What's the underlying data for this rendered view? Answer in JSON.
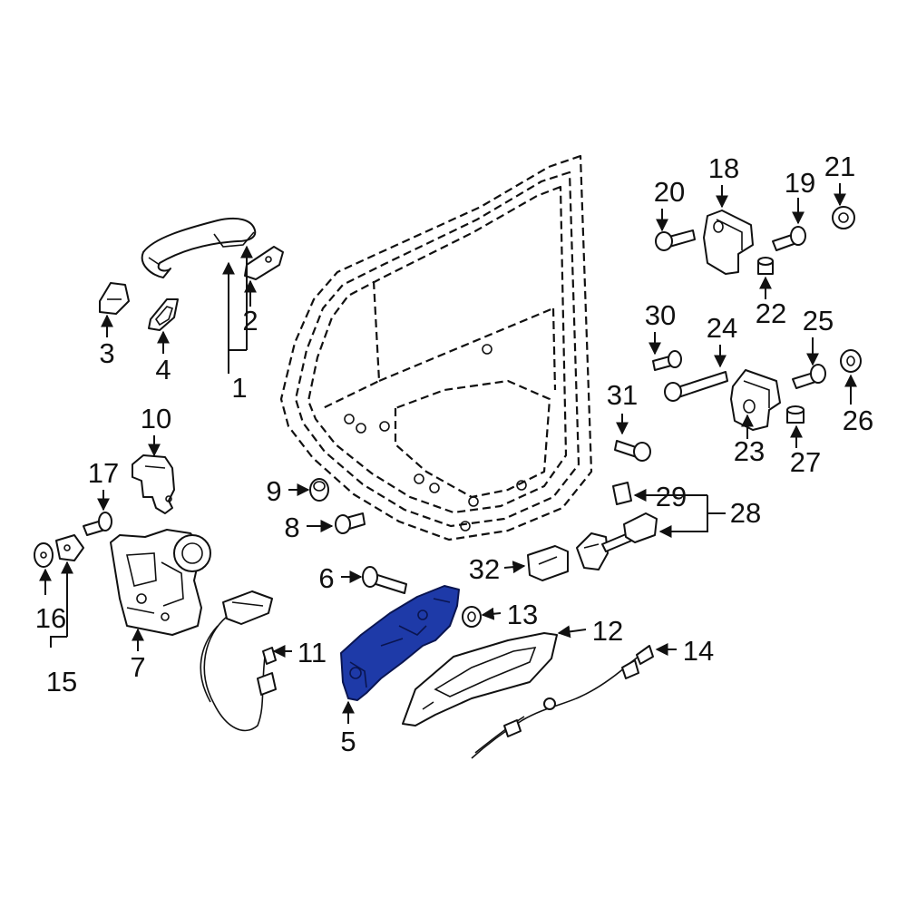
{
  "diagram": {
    "highlight_color": "#1e3aa8",
    "highlighted_part": "5",
    "callouts": {
      "c1": "1",
      "c2": "2",
      "c3": "3",
      "c4": "4",
      "c5": "5",
      "c6": "6",
      "c7": "7",
      "c8": "8",
      "c9": "9",
      "c10": "10",
      "c11": "11",
      "c12": "12",
      "c13": "13",
      "c14": "14",
      "c15": "15",
      "c16": "16",
      "c17": "17",
      "c18": "18",
      "c19": "19",
      "c20": "20",
      "c21": "21",
      "c22": "22",
      "c23": "23",
      "c24": "24",
      "c25": "25",
      "c26": "26",
      "c27": "27",
      "c28": "28",
      "c29": "29",
      "c30": "30",
      "c31": "31",
      "c32": "32"
    }
  }
}
